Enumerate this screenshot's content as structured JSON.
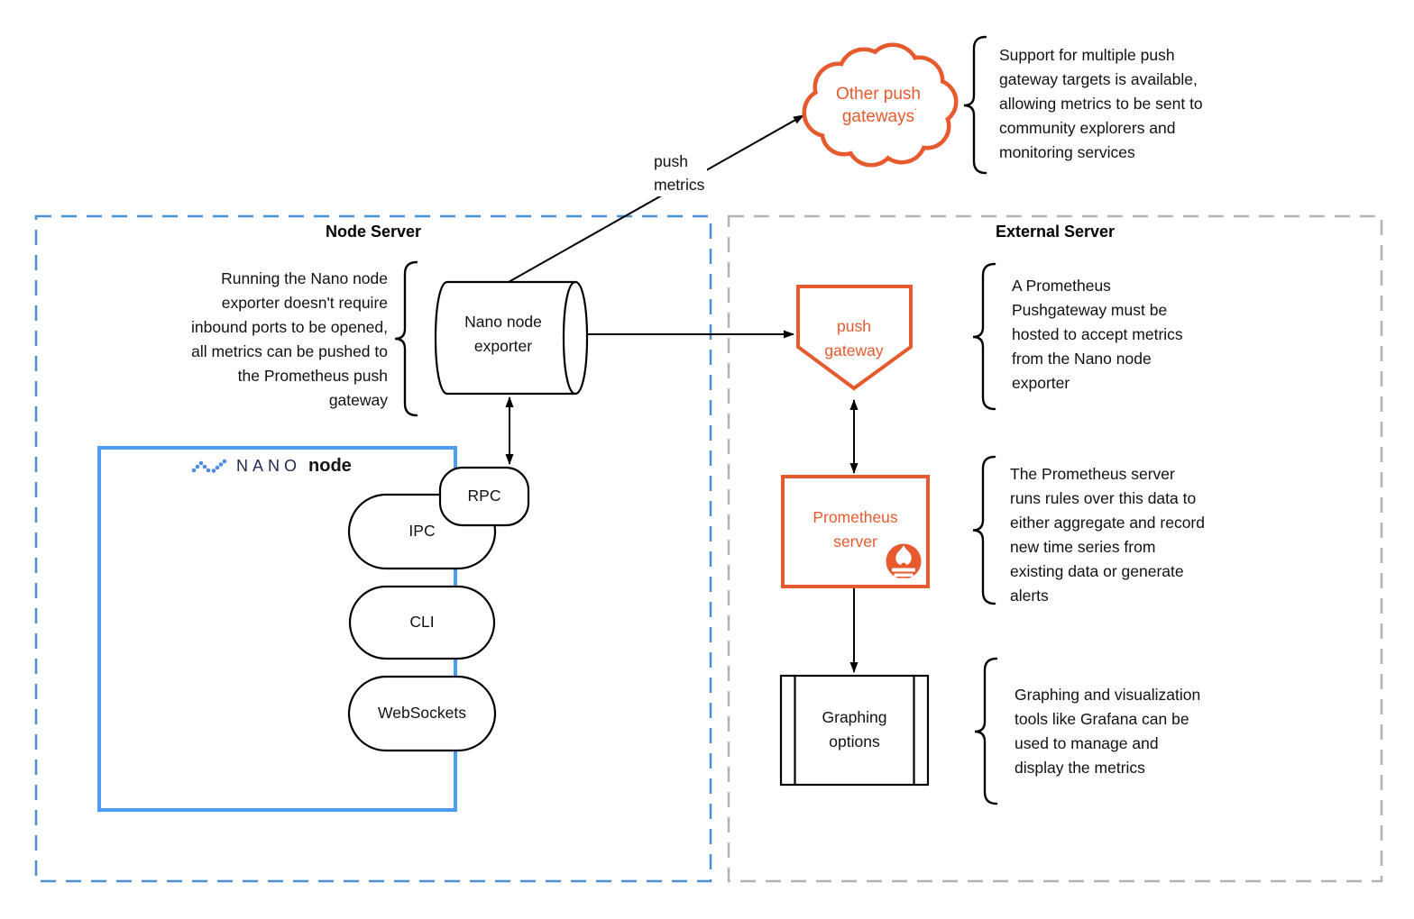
{
  "colors": {
    "orange": "#E65A2E",
    "blue": "#4E8FD9",
    "blue_bright": "#4B9CF2",
    "navy": "#1F2A4D",
    "gray": "#B3B3B3",
    "ink": "#0A0A0A",
    "nano_blue": "#4E8BEA"
  },
  "regions": {
    "node_server": "Node Server",
    "external_server": "External Server"
  },
  "nodes": {
    "cloud": "Other push\ngateways",
    "exporter": "Nano node\nexporter",
    "nano_brand": "NANO",
    "nano_node": "node",
    "rpc": "RPC",
    "ipc": "IPC",
    "cli": "CLI",
    "websockets": "WebSockets",
    "push_gateway": "push\ngateway",
    "prometheus_server": "Prometheus\nserver",
    "graphing_options": "Graphing\noptions"
  },
  "edge_labels": {
    "push_metrics": "push\nmetrics"
  },
  "annotations": {
    "cloud": "Support for multiple push\ngateway targets is available,\nallowing metrics to be sent to\ncommunity explorers and\nmonitoring services",
    "exporter": "Running the Nano node\nexporter doesn't require\ninbound ports to be opened,\nall metrics can be pushed to\nthe Prometheus push\ngateway",
    "push_gateway": "A Prometheus\nPushgateway must be\nhosted to accept metrics\nfrom the Nano node\nexporter",
    "prometheus": "The Prometheus server\nruns rules over this data to\neither aggregate and record\nnew time series from\nexisting data or generate\nalerts",
    "graphing": "Graphing and visualization\ntools like Grafana can be\nused to manage and\ndisplay the metrics"
  }
}
